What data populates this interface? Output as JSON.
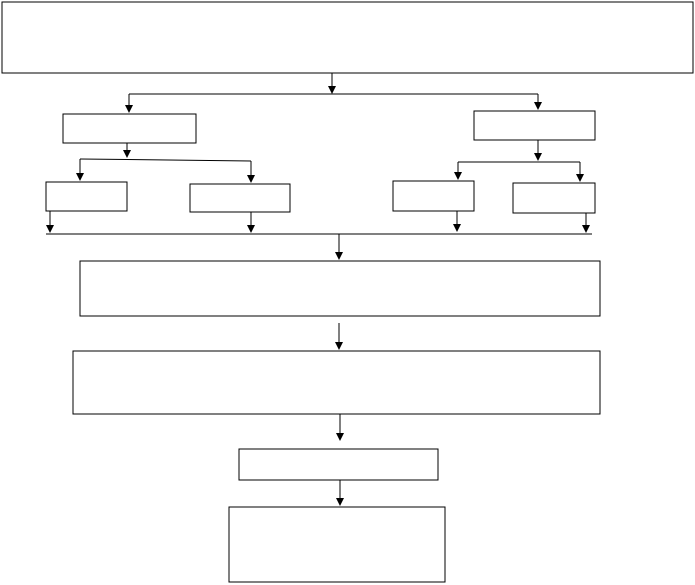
{
  "diagram": {
    "type": "flowchart",
    "line_color": "#000000",
    "fill_color": "#ffffff",
    "nodes": [
      {
        "id": "top",
        "label": ""
      },
      {
        "id": "left-branch",
        "label": ""
      },
      {
        "id": "right-branch",
        "label": ""
      },
      {
        "id": "left-leaf-1",
        "label": ""
      },
      {
        "id": "left-leaf-2",
        "label": ""
      },
      {
        "id": "right-leaf-1",
        "label": ""
      },
      {
        "id": "right-leaf-2",
        "label": ""
      },
      {
        "id": "merge",
        "label": ""
      },
      {
        "id": "process",
        "label": ""
      },
      {
        "id": "step",
        "label": ""
      },
      {
        "id": "final",
        "label": ""
      }
    ],
    "edges": [
      {
        "from": "top",
        "to": "left-branch"
      },
      {
        "from": "top",
        "to": "right-branch"
      },
      {
        "from": "left-branch",
        "to": "left-leaf-1"
      },
      {
        "from": "left-branch",
        "to": "left-leaf-2"
      },
      {
        "from": "right-branch",
        "to": "right-leaf-1"
      },
      {
        "from": "right-branch",
        "to": "right-leaf-2"
      },
      {
        "from": "left-leaf-1",
        "to": "merge"
      },
      {
        "from": "left-leaf-2",
        "to": "merge"
      },
      {
        "from": "right-leaf-1",
        "to": "merge"
      },
      {
        "from": "right-leaf-2",
        "to": "merge"
      },
      {
        "from": "merge",
        "to": "process"
      },
      {
        "from": "process",
        "to": "step"
      },
      {
        "from": "step",
        "to": "final"
      }
    ]
  }
}
